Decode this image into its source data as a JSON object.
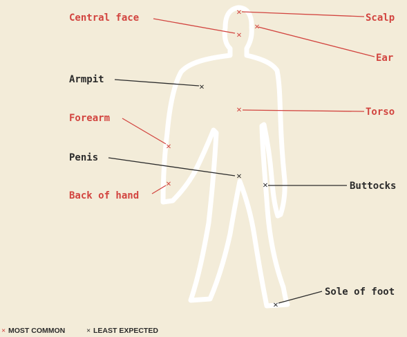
{
  "colors": {
    "background": "#f3ecd9",
    "silhouette": "#ffffff",
    "most_common": "#d2443f",
    "least_expected": "#2b2b2b"
  },
  "marker_glyph": "×",
  "labels": {
    "central_face": "Central face",
    "scalp": "Scalp",
    "ear": "Ear",
    "armpit": "Armpit",
    "torso": "Torso",
    "forearm": "Forearm",
    "penis": "Penis",
    "back_of_hand": "Back of hand",
    "buttocks": "Buttocks",
    "sole_of_foot": "Sole of foot"
  },
  "legend": {
    "most_common": "MOST COMMON",
    "least_expected": "LEAST EXPECTED"
  }
}
